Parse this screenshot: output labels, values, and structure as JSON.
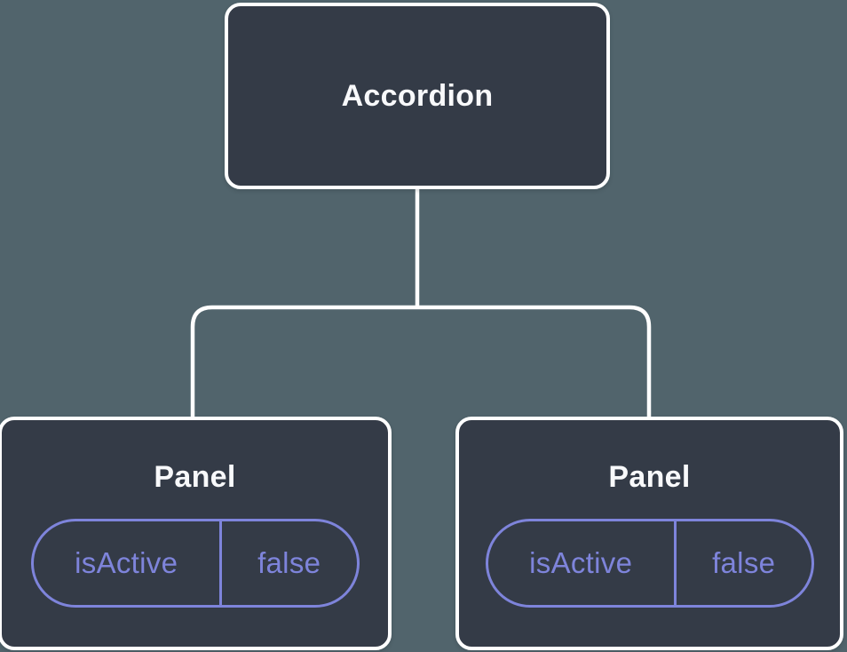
{
  "diagram": {
    "type": "component-tree",
    "root": {
      "label": "Accordion"
    },
    "children": [
      {
        "label": "Panel",
        "state": {
          "key": "isActive",
          "value": "false"
        }
      },
      {
        "label": "Panel",
        "state": {
          "key": "isActive",
          "value": "false"
        }
      }
    ],
    "colors": {
      "background": "#51646C",
      "node_fill": "#343B47",
      "node_border": "#FFFFFF",
      "node_text": "#F8F9FB",
      "state_accent": "#7E84DB"
    }
  }
}
